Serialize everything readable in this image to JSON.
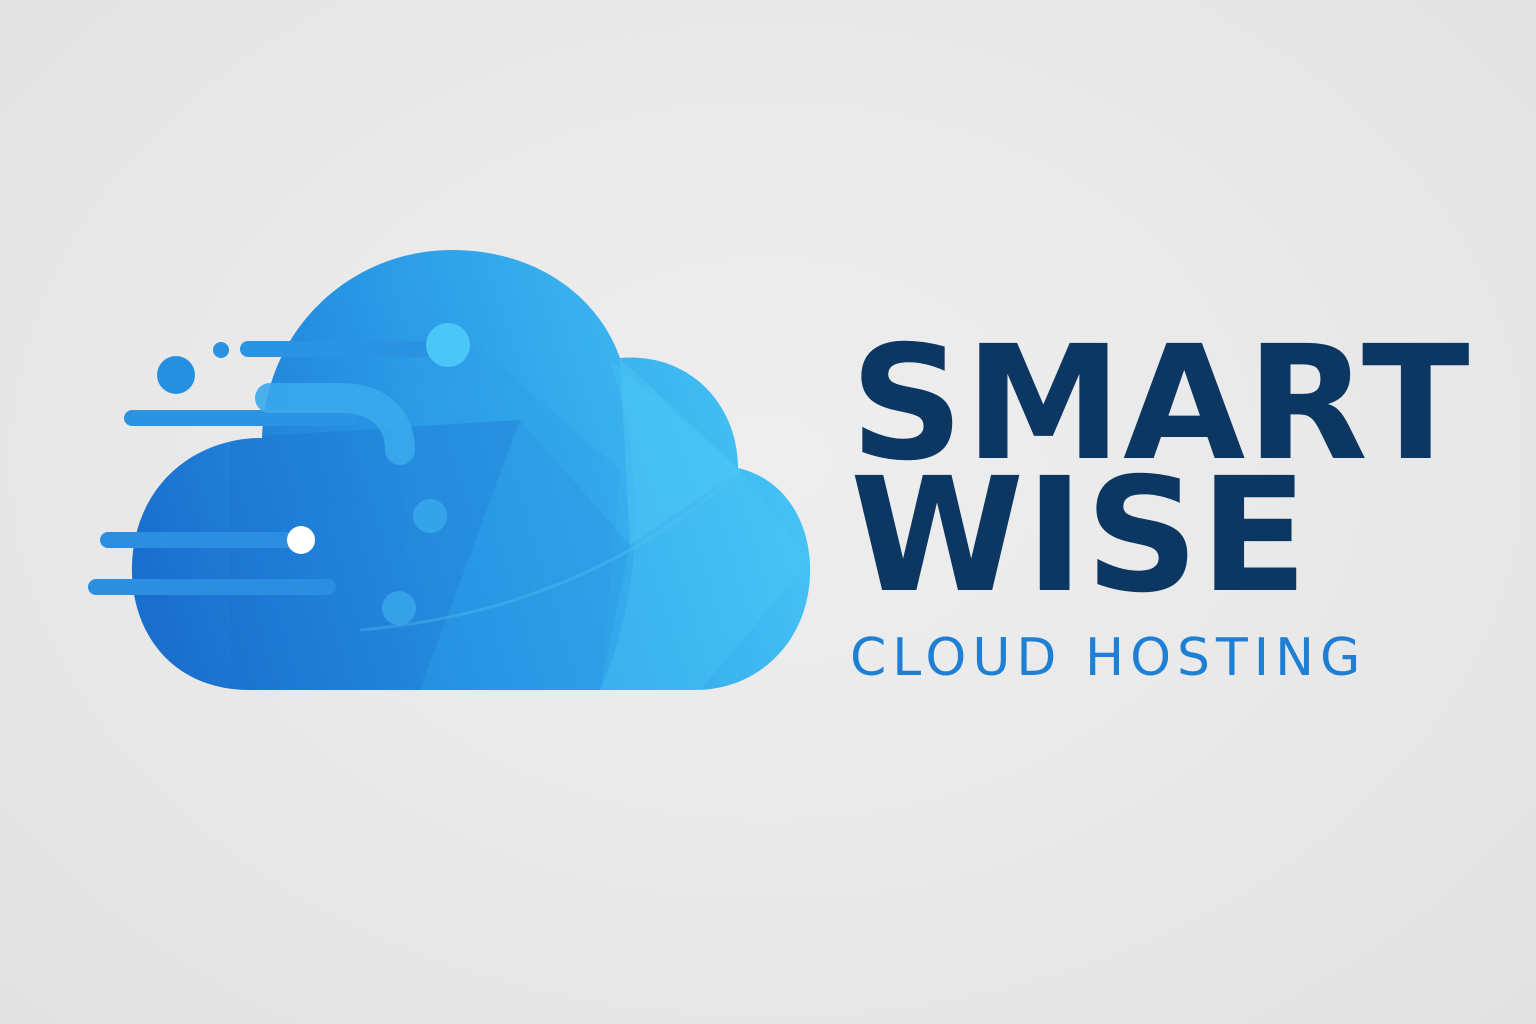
{
  "brand": {
    "name_line_1": "SMART",
    "name_line_2": "WISE",
    "tagline": "CLOUD HOSTING"
  },
  "icons": {
    "logo_mark": "cloud-with-speed-lines-icon"
  },
  "colors": {
    "background": "#e9e9e9",
    "brand_name": "#0b3762",
    "tagline": "#1f7fd3",
    "cloud_dark": "#1a73cf",
    "cloud_light": "#46c4f5",
    "node_white": "#ffffff"
  }
}
